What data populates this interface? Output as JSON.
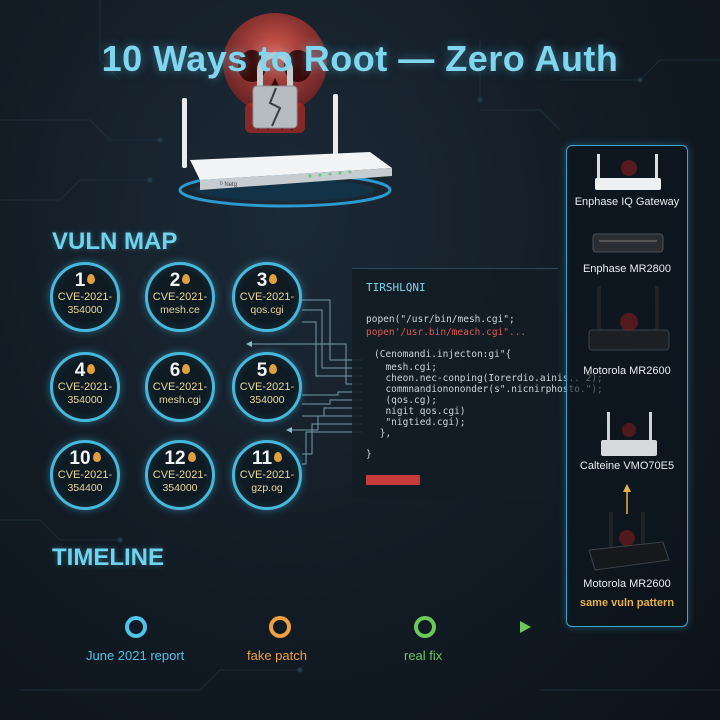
{
  "title": "10 Ways to Root — Zero Auth",
  "sections": {
    "vuln_map": "VULN MAP",
    "timeline": "TIMELINE"
  },
  "nodes": [
    {
      "num": "1",
      "cve": "CVE-2021-",
      "file": "354000"
    },
    {
      "num": "2",
      "cve": "CVE-2021-",
      "file": "mesh.ce"
    },
    {
      "num": "3",
      "cve": "CVE-2021-",
      "file": "qos.cgi"
    },
    {
      "num": "4",
      "cve": "CVE-2021-",
      "file": "354000"
    },
    {
      "num": "6",
      "cve": "CVE-2021-",
      "file": "mesh.cgi"
    },
    {
      "num": "5",
      "cve": "CVE-2021-",
      "file": "354000"
    },
    {
      "num": "10",
      "cve": "CVE-2021-",
      "file": "354400"
    },
    {
      "num": "12",
      "cve": "CVE-2021-",
      "file": "354000"
    },
    {
      "num": "11",
      "cve": "CVE-2021-",
      "file": "gzp.og"
    }
  ],
  "code": {
    "header": "TIRSHLQNI",
    "lines": [
      "popen(\"/usr/bin/mesh.cgi\";",
      "popen'/usr.bin/meach.cgi\"...",
      "(Cenomandi.injecton:gi\"{",
      "  mesh.cgi;",
      "  cheon.nec-conping(Iorerdio.ainis.. 2);",
      "  commnandionononder(s\".nicnirphosto.\");",
      "  (qos.cg);",
      "  nigit qos.cgi)",
      "  \"nigtied.cgi);",
      " },",
      "}"
    ]
  },
  "devices": [
    {
      "name": "Enphase IQ Gateway"
    },
    {
      "name": "Enphase MR2800"
    },
    {
      "name": "Motorola MR2600"
    },
    {
      "name": "Calteine VMO70E5"
    },
    {
      "name": "Motorola MR2600"
    }
  ],
  "devices_note": "same vuln pattern",
  "timeline": [
    {
      "label": "June 2021 report",
      "color": "#4fc3e8"
    },
    {
      "label": "fake patch",
      "color": "#f0a040"
    },
    {
      "label": "real fix",
      "color": "#6cc85a"
    }
  ]
}
